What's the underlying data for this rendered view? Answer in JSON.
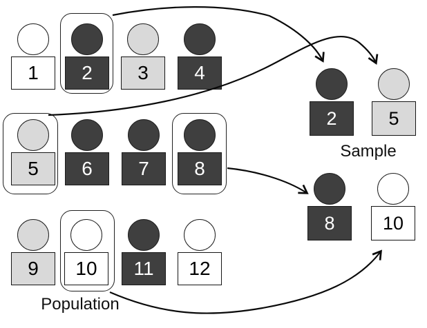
{
  "colors": {
    "dark": "#3f3f3f",
    "light": "#d9d9d9",
    "white": "#ffffff"
  },
  "population": {
    "label": "Population",
    "figures": [
      {
        "num": "1",
        "tone": "white",
        "selected": false
      },
      {
        "num": "2",
        "tone": "dark",
        "selected": true
      },
      {
        "num": "3",
        "tone": "light",
        "selected": false
      },
      {
        "num": "4",
        "tone": "dark",
        "selected": false
      },
      {
        "num": "5",
        "tone": "light",
        "selected": true
      },
      {
        "num": "6",
        "tone": "dark",
        "selected": false
      },
      {
        "num": "7",
        "tone": "dark",
        "selected": false
      },
      {
        "num": "8",
        "tone": "dark",
        "selected": true
      },
      {
        "num": "9",
        "tone": "light",
        "selected": false
      },
      {
        "num": "10",
        "tone": "white",
        "selected": true
      },
      {
        "num": "11",
        "tone": "dark",
        "selected": false
      },
      {
        "num": "12",
        "tone": "white",
        "selected": false
      }
    ]
  },
  "sample": {
    "label": "Sample",
    "figures": [
      {
        "num": "2",
        "tone": "dark"
      },
      {
        "num": "5",
        "tone": "light"
      },
      {
        "num": "8",
        "tone": "dark"
      },
      {
        "num": "10",
        "tone": "white"
      }
    ]
  },
  "arrows": [
    {
      "from": "population-2",
      "to": "sample-2"
    },
    {
      "from": "population-5",
      "to": "sample-5"
    },
    {
      "from": "population-8",
      "to": "sample-8"
    },
    {
      "from": "population-10",
      "to": "sample-10"
    }
  ]
}
